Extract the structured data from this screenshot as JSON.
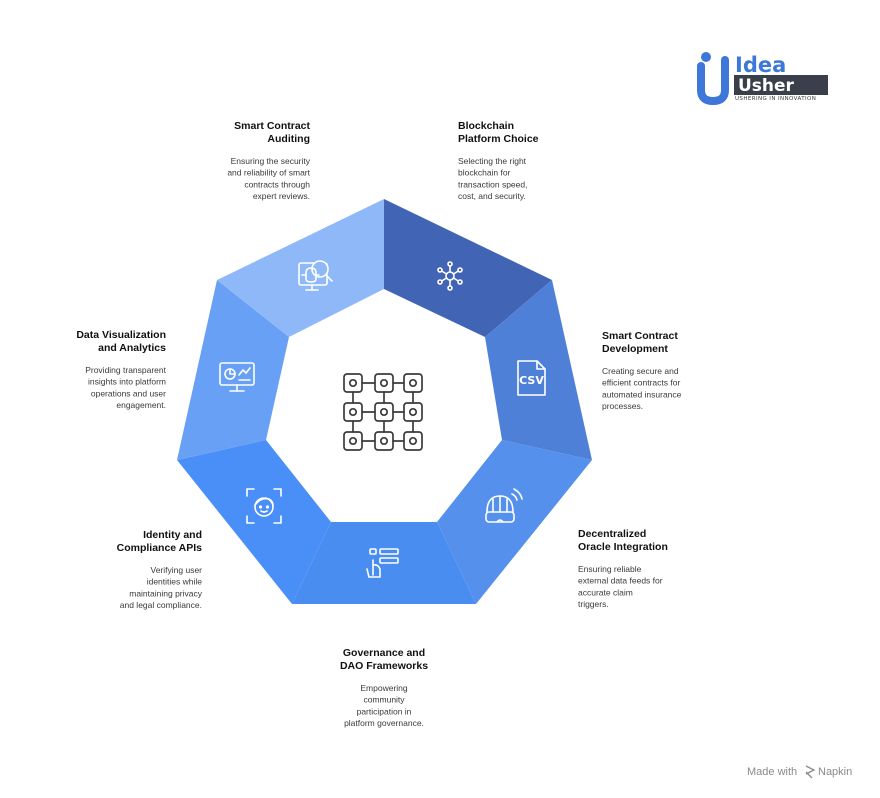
{
  "brand": {
    "word1": "Idea",
    "word2": "Usher",
    "tagline": "USHERING IN INNOVATION",
    "primary_color": "#3d78d8",
    "dark_color": "#3a3f4b"
  },
  "center": {
    "icon": "blockchain-grid-icon"
  },
  "segments": [
    {
      "title_lines": [
        "Blockchain",
        "Platform Choice"
      ],
      "desc_lines": [
        "Selecting the right",
        "blockchain for",
        "transaction speed,",
        "cost, and security."
      ],
      "icon": "network-nodes-icon",
      "color": "#4264b4"
    },
    {
      "title_lines": [
        "Smart Contract",
        "Development"
      ],
      "desc_lines": [
        "Creating secure and",
        "efficient contracts for",
        "automated insurance",
        "processes."
      ],
      "icon": "csv-file-icon",
      "color": "#4f80d8"
    },
    {
      "title_lines": [
        "Decentralized",
        "Oracle Integration"
      ],
      "desc_lines": [
        "Ensuring reliable",
        "external data feeds for",
        "accurate claim",
        "triggers."
      ],
      "icon": "vr-headset-signal-icon",
      "color": "#5490ec"
    },
    {
      "title_lines": [
        "Governance and",
        "DAO Frameworks"
      ],
      "desc_lines": [
        "Empowering",
        "community",
        "participation in",
        "platform governance."
      ],
      "icon": "touch-list-icon",
      "color": "#4a8df0"
    },
    {
      "title_lines": [
        "Identity and",
        "Compliance APIs"
      ],
      "desc_lines": [
        "Verifying user",
        "identities while",
        "maintaining privacy",
        "and legal compliance."
      ],
      "icon": "face-scan-icon",
      "color": "#4a8ef8"
    },
    {
      "title_lines": [
        "Data Visualization",
        "and Analytics"
      ],
      "desc_lines": [
        "Providing transparent",
        "insights into platform",
        "operations and user",
        "engagement."
      ],
      "icon": "dashboard-monitor-icon",
      "color": "#68a0f6"
    },
    {
      "title_lines": [
        "Smart Contract",
        "Auditing"
      ],
      "desc_lines": [
        "Ensuring the security",
        "and reliability of smart",
        "contracts through",
        "expert reviews."
      ],
      "icon": "code-search-icon",
      "color": "#8fb8f8"
    }
  ],
  "footer": {
    "prefix": "Made with",
    "brand": "Napkin"
  }
}
